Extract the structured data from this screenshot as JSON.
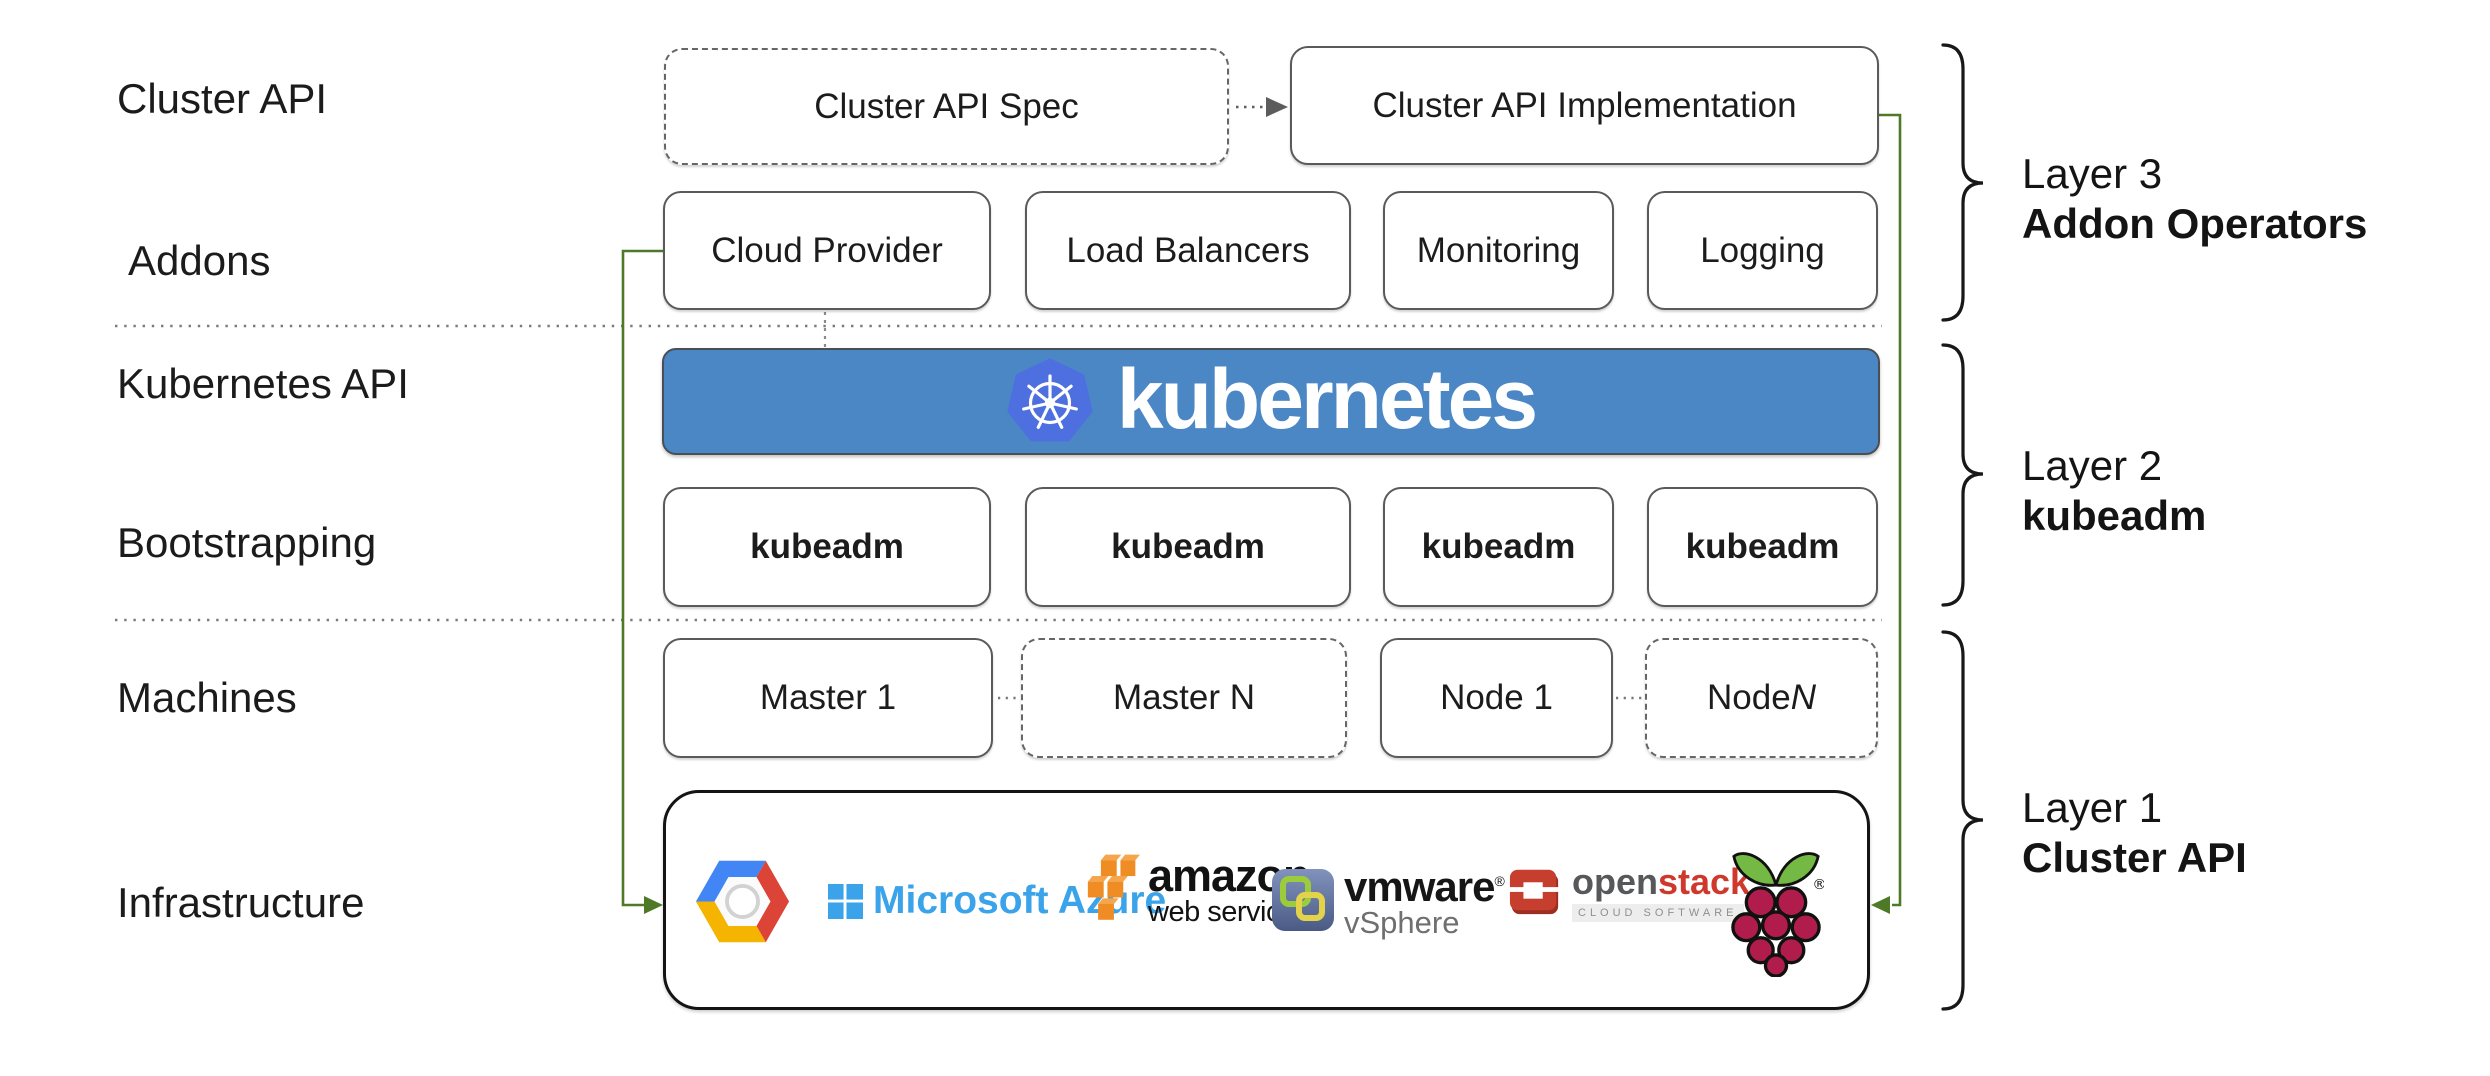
{
  "title": "Kubernetes Cluster API layered architecture diagram",
  "colors": {
    "connector_green": "#4e7a28",
    "banner_blue": "#4b87c5",
    "k8s_logo_blue": "#4d6fe0",
    "box_border_gray": "#5a5a5a",
    "text_dark": "#1c1c1c",
    "azure_blue": "#3aa3e9",
    "aws_orange": "#ef8c23",
    "openstack_red": "#cf392b",
    "openstack_gray": "#57585a",
    "gcp_blue": "#4285f4",
    "gcp_red": "#db4437",
    "gcp_yellow": "#f4b400",
    "raspberry_red": "#b01d4d",
    "leaf_green": "#74b944"
  },
  "row_labels": {
    "cluster_api": "Cluster API",
    "addons": "Addons",
    "kubernetes_api": "Kubernetes API",
    "bootstrapping": "Bootstrapping",
    "machines": "Machines",
    "infrastructure": "Infrastructure"
  },
  "cluster_api_row": {
    "spec_label": "Cluster API Spec",
    "implementation_label": "Cluster API Implementation"
  },
  "addons_row": {
    "items": [
      "Cloud Provider",
      "Load Balancers",
      "Monitoring",
      "Logging"
    ]
  },
  "kubernetes_banner": {
    "wordmark": "kubernetes"
  },
  "bootstrapping_row": {
    "items": [
      "kubeadm",
      "kubeadm",
      "kubeadm",
      "kubeadm"
    ]
  },
  "machines_row": {
    "master_1": "Master 1",
    "master_n": "Master N",
    "node_1": "Node 1",
    "node_n_prefix": "Node ",
    "node_n_suffix": "N"
  },
  "layer_brackets": [
    {
      "layer": "Layer 3",
      "name": "Addon Operators"
    },
    {
      "layer": "Layer 2",
      "name": "kubeadm"
    },
    {
      "layer": "Layer 1",
      "name": "Cluster API"
    }
  ],
  "infrastructure_logos": {
    "google_cloud_name": "Google Cloud Platform",
    "azure_label": "Microsoft Azure",
    "aws_label": "amazon",
    "aws_sublabel": "web services",
    "vmware_label": "vmware",
    "vmware_reg": "®",
    "vmware_sublabel": "vSphere",
    "openstack_label_open": "open",
    "openstack_label_stack": "stack",
    "openstack_tm": "™",
    "openstack_sublabel": "CLOUD SOFTWARE",
    "raspberry_pi_registered": "®"
  }
}
